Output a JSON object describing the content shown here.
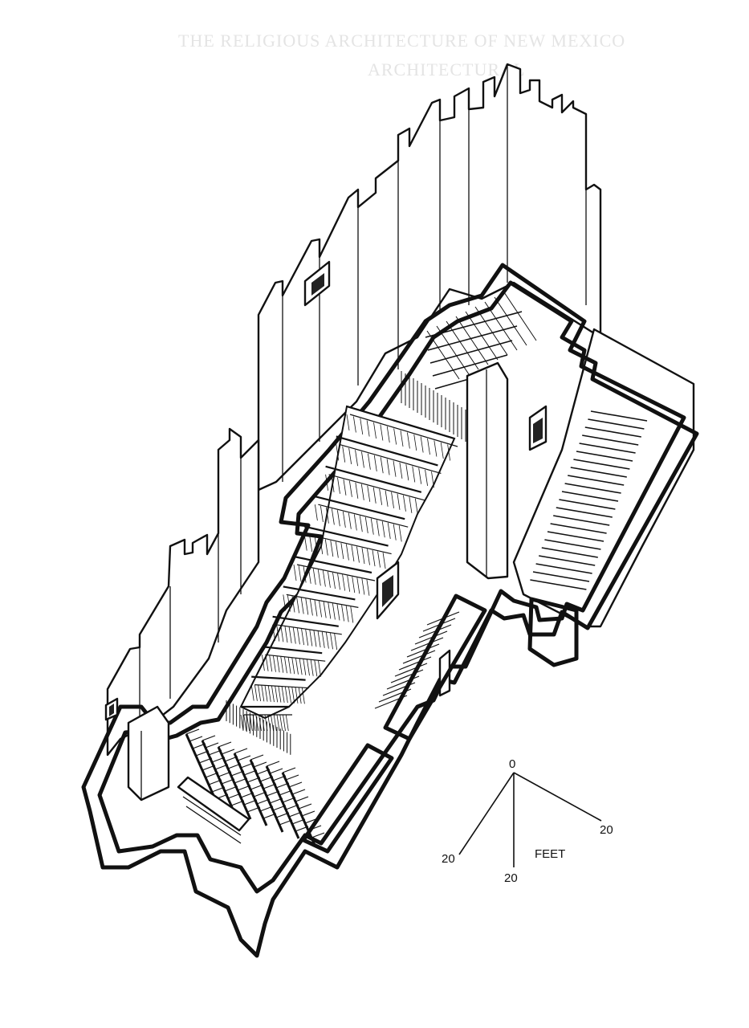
{
  "header": {
    "line1": "THE RELIGIOUS ARCHITECTURE OF NEW MEXICO",
    "line2": "ARCHITECTURAL"
  },
  "scale": {
    "origin": "0",
    "left": "20",
    "right": "20",
    "down": "20",
    "unit": "FEET"
  }
}
